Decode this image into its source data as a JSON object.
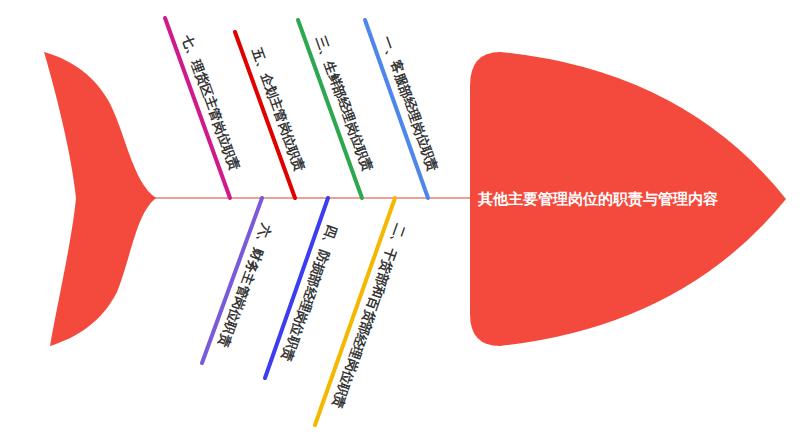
{
  "diagram": {
    "nodes": [
      {
        "text": [
          "其他主要管理岗位的职责与管理内容"
        ]
      }
    ],
    "labels": [
      "一、客服部经理岗位职责",
      "二、干货部和百货部经理岗位职责",
      "三、生鲜部经理岗位职责",
      "四、防损部经理岗位职责",
      "五、企划主管岗位职责",
      "六、财务主管岗位职责",
      "七、理货区主管岗位职责"
    ]
  }
}
